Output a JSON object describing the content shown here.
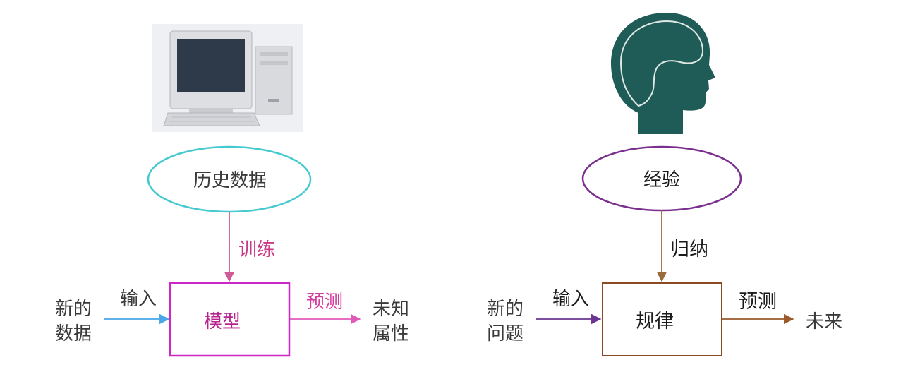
{
  "left": {
    "source_label": "历史数据",
    "edge_label": "训练",
    "box_label": "模型",
    "input_lines": [
      "新的",
      "数据"
    ],
    "input_label": "输入",
    "output_label": "预测",
    "output_lines": [
      "未知",
      "属性"
    ],
    "colors": {
      "ellipse": "#46c9cf",
      "arrow_down": "#cf5a96",
      "edge_text": "#cc3a85",
      "box": "#cf27c7",
      "box_text": "#b8248e",
      "input_arrow": "#4aa6e6",
      "output_arrow": "#e05ab7",
      "output_text": "#d43c9d",
      "text": "#3a3a3a"
    },
    "image": "computer-icon"
  },
  "right": {
    "source_label": "经验",
    "edge_label": "归纳",
    "box_label": "规律",
    "input_lines": [
      "新的",
      "问题"
    ],
    "input_label": "输入",
    "output_label": "预测",
    "output_lines": [
      "未来"
    ],
    "colors": {
      "ellipse": "#7b2f8f",
      "arrow_down": "#9a6a3c",
      "box": "#8a4a22",
      "input_arrow": "#6a3590",
      "output_arrow": "#9a5a2a",
      "text": "#1a1a1a"
    },
    "image": "head-icon"
  }
}
